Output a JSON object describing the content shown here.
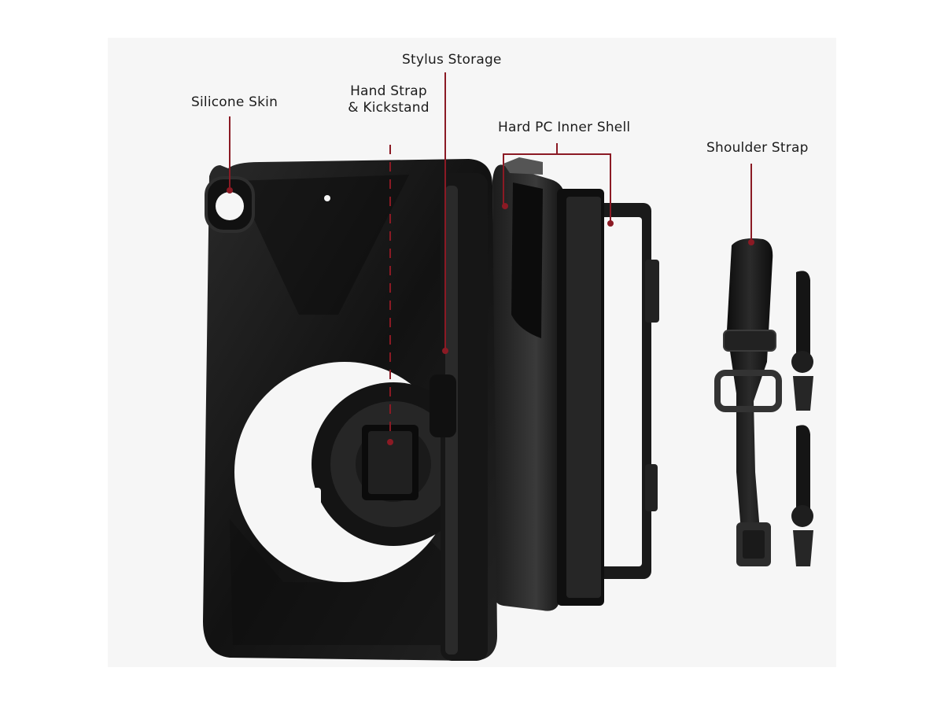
{
  "callouts": {
    "silicone_skin": "Silicone Skin",
    "stylus_storage": "Stylus Storage",
    "hand_strap_line1": "Hand Strap",
    "hand_strap_line2": "& Kickstand",
    "hard_pc_inner_shell": "Hard PC Inner Shell",
    "shoulder_strap": "Shoulder Strap"
  },
  "colors": {
    "callout_line": "#8b1a24",
    "case_black": "#1a1a1a",
    "background_panel": "#f6f6f6"
  }
}
